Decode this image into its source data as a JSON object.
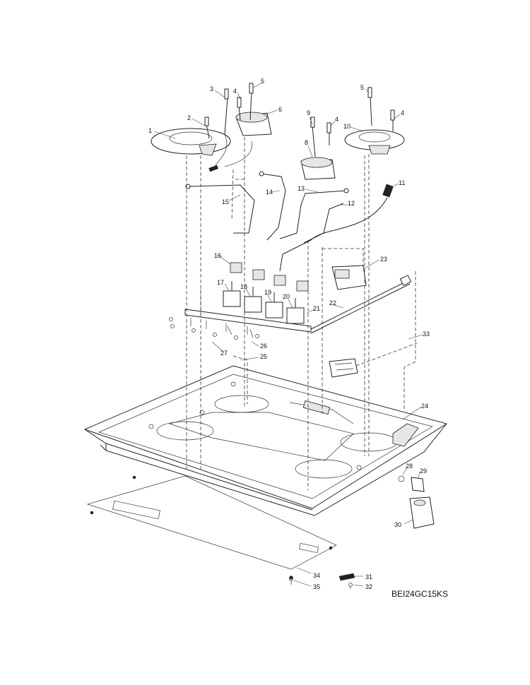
{
  "model_code": "BEI24GC15KS",
  "callouts": [
    "1",
    "2",
    "3",
    "4",
    "5",
    "6",
    "9",
    "4",
    "8",
    "10",
    "5",
    "4",
    "11",
    "13",
    "14",
    "12",
    "15",
    "16",
    "23",
    "17",
    "18",
    "19",
    "20",
    "21",
    "22",
    "33",
    "26",
    "27",
    "25",
    "24",
    "28",
    "29",
    "30",
    "34",
    "31",
    "35",
    "32"
  ]
}
